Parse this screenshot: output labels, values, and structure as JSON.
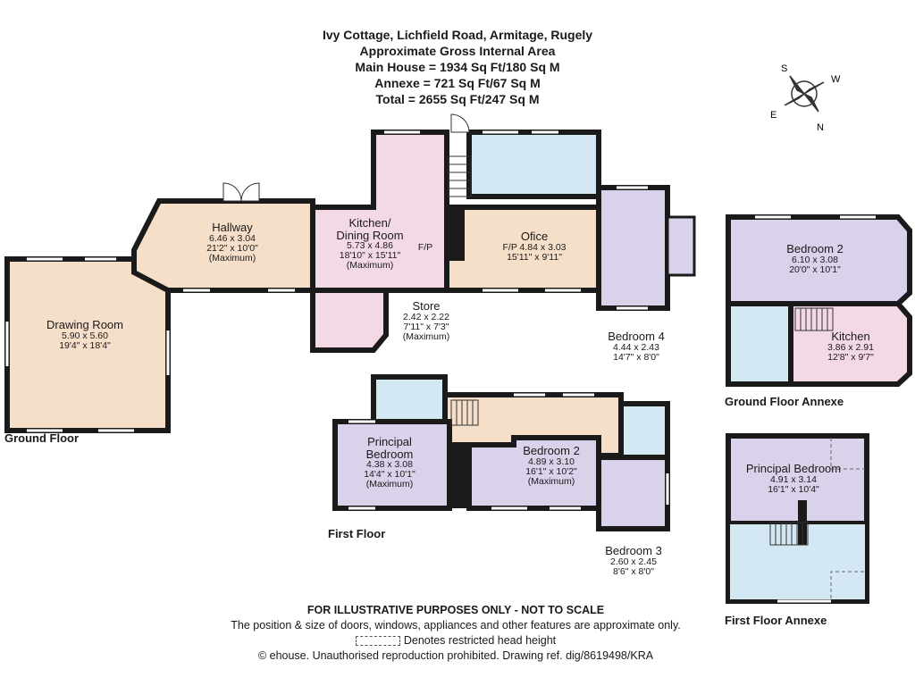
{
  "header": {
    "address": "Ivy Cottage, Lichfield Road, Armitage, Rugely",
    "area_title": "Approximate Gross Internal Area",
    "main_house": "Main House = 1934 Sq Ft/180 Sq M",
    "annexe": "Annexe = 721 Sq Ft/67 Sq M",
    "total": "Total = 2655 Sq Ft/247 Sq M"
  },
  "compass": {
    "s": "S",
    "w": "W",
    "e": "E",
    "n": "N"
  },
  "floors": {
    "ground": "Ground Floor",
    "first": "First Floor",
    "ground_annexe": "Ground Floor Annexe",
    "first_annexe": "First Floor Annexe"
  },
  "rooms": {
    "drawing": {
      "name": "Drawing Room",
      "m": "5.90 x 5.60",
      "ft": "19'4\" x 18'4\""
    },
    "hallway": {
      "name": "Hallway",
      "m": "6.46 x 3.04",
      "ft": "21'2\" x 10'0\"",
      "note": "(Maximum)"
    },
    "kitchen_dining": {
      "name1": "Kitchen/",
      "name2": "Dining Room",
      "m": "5.73 x 4.86",
      "ft": "18'10\" x 15'11\"",
      "note": "(Maximum)",
      "fp": "F/P"
    },
    "office": {
      "name": "Ofice",
      "m": "F/P 4.84 x 3.03",
      "ft": "15'11\" x 9'11\""
    },
    "store": {
      "name": "Store",
      "m": "2.42 x 2.22",
      "ft": "7'11\" x 7'3\"",
      "note": "(Maximum)"
    },
    "bedroom4": {
      "name": "Bedroom 4",
      "m": "4.44 x 2.43",
      "ft": "14'7\" x 8'0\""
    },
    "principal": {
      "name1": "Principal",
      "name2": "Bedroom",
      "m": "4.38 x 3.08",
      "ft": "14'4\" x 10'1\"",
      "note": "(Maximum)"
    },
    "bedroom2": {
      "name": "Bedroom 2",
      "m": "4.89 x 3.10",
      "ft": "16'1\" x 10'2\"",
      "note": "(Maximum)"
    },
    "bedroom3": {
      "name": "Bedroom 3",
      "m": "2.60 x 2.45",
      "ft": "8'6\" x 8'0\""
    },
    "annexe_bedroom2": {
      "name": "Bedroom 2",
      "m": "6.10 x 3.08",
      "ft": "20'0\" x 10'1\""
    },
    "annexe_kitchen": {
      "name": "Kitchen",
      "m": "3.86 x 2.91",
      "ft": "12'8\" x 9'7\""
    },
    "annexe_principal": {
      "name": "Principal Bedroom",
      "m": "4.91 x 3.14",
      "ft": "16'1\" x 10'4\""
    }
  },
  "footer": {
    "disclaimer": "FOR ILLUSTRATIVE PURPOSES ONLY - NOT TO SCALE",
    "note": "The position & size of doors, windows, appliances and other features are approximate only.",
    "restricted": "Denotes restricted head height",
    "copyright": "© ehouse. Unauthorised reproduction prohibited. Drawing ref. dig/8619498/KRA"
  },
  "colors": {
    "wall": "#1a1a1a",
    "peach": "#f6dfc8",
    "pink": "#f3d8e6",
    "purple": "#d9d2ea",
    "blue": "#d3e8f3"
  }
}
